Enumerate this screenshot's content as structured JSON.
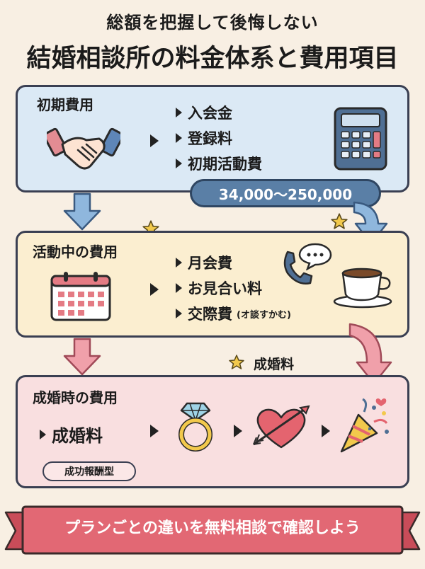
{
  "header": {
    "subtitle": "総額を把握して後悔しない",
    "title": "結婚相談所の料金体系と費用項目"
  },
  "initial": {
    "title": "初期費用",
    "items": [
      "入会金",
      "登録料",
      "初期活動費"
    ],
    "range": "34,000〜250,000",
    "icons": [
      "handshake-icon",
      "calculator-icon"
    ]
  },
  "active": {
    "title": "活動中の費用",
    "items": [
      "月会費",
      "お見合い料",
      "交際費"
    ],
    "item_note": "(オ談すかむ)",
    "icons": [
      "calendar-icon",
      "phone-icon",
      "chat-bubble-icon",
      "coffee-cup-icon"
    ]
  },
  "marriage": {
    "title": "成婚時の費用",
    "item": "成婚料",
    "badge": "成功報酬型",
    "icons": [
      "ring-icon",
      "heart-arrow-icon",
      "party-popper-icon"
    ]
  },
  "star_label": "成婚料",
  "banner": {
    "text": "プランごとの違いを無料相談で確認しよう"
  },
  "colors": {
    "panel_blue": "#dbe9f5",
    "panel_yellow": "#fbeed0",
    "panel_pink": "#f9dfe0",
    "arrow_blue": "#8fb7dd",
    "arrow_pink": "#f0a0aa",
    "banner_red": "#e26874"
  }
}
